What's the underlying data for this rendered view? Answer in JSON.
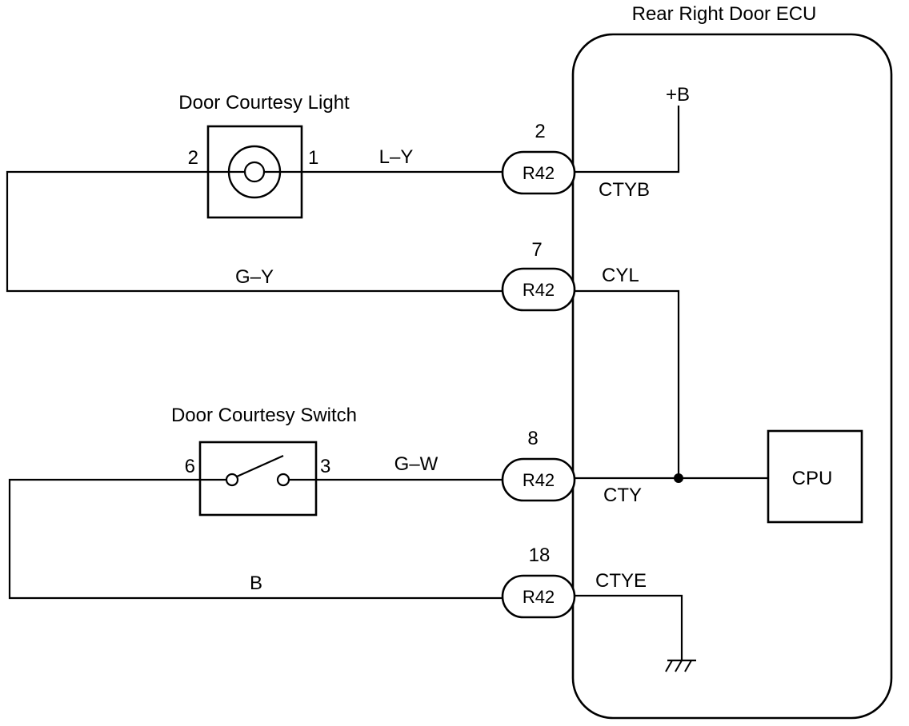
{
  "ecu": {
    "title": "Rear Right Door ECU",
    "cpu_label": "CPU",
    "power_label": "+B"
  },
  "light": {
    "title": "Door Courtesy Light",
    "pin_left": "2",
    "pin_right": "1"
  },
  "switch": {
    "title": "Door Courtesy Switch",
    "pin_left": "6",
    "pin_right": "3"
  },
  "connectors": [
    {
      "pin": "2",
      "id": "R42",
      "wire": "L–Y",
      "terminal": "CTYB"
    },
    {
      "pin": "7",
      "id": "R42",
      "wire": "G–Y",
      "terminal": "CYL"
    },
    {
      "pin": "8",
      "id": "R42",
      "wire": "G–W",
      "terminal": "CTY"
    },
    {
      "pin": "18",
      "id": "R42",
      "wire": "B",
      "terminal": "CTYE"
    }
  ]
}
